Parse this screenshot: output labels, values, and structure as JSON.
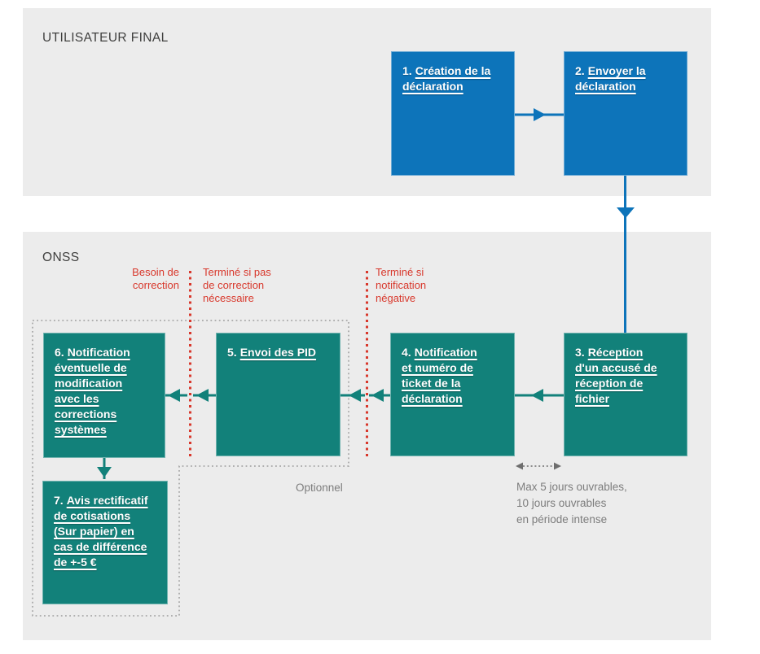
{
  "colors": {
    "panel_bg": "#ececec",
    "blue": "#0d74ba",
    "teal": "#12817a",
    "red": "#d8382c",
    "dark_text": "#3f3f3e",
    "gray_text": "#7d7d7d",
    "dotted_border": "#9c9c9c",
    "double_arrow_gray": "#6e6e6e",
    "box_text": "#ffffff"
  },
  "lanes": {
    "end_user": {
      "title": "UTILISATEUR FINAL"
    },
    "onss": {
      "title": "ONSS"
    }
  },
  "steps": [
    {
      "num": "1.",
      "label": "Création de la\ndéclaration"
    },
    {
      "num": "2.",
      "label": "Envoyer la\ndéclaration"
    },
    {
      "num": "3.",
      "label": "Réception\nd'un accusé de\nréception de\nfichier"
    },
    {
      "num": "4.",
      "label": "Notification\net numéro de\nticket de la\ndéclaration"
    },
    {
      "num": "5.",
      "label": "Envoi des PID"
    },
    {
      "num": "6.",
      "label": "Notification\néventuelle de\nmodification\navec les\ncorrections\nsystèmes"
    },
    {
      "num": "7.",
      "label": "Avis rectificatif\nde cotisations\n(Sur papier) en\ncas de différence\nde +-5 €"
    }
  ],
  "annotations": {
    "need_correction": "Besoin de\ncorrection",
    "done_if_no_correction": "Terminé si pas\nde correction\nnécessaire",
    "done_if_negative": "Terminé si\nnotification\nnégative",
    "optional": "Optionnel",
    "delay": "Max 5 jours ouvrables,\n10 jours ouvrables\nen période intense"
  }
}
